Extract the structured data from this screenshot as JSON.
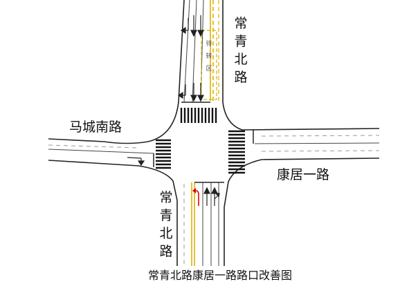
{
  "labels": {
    "north_road": "常青北路",
    "south_road": "常青北路",
    "west_road": "马城南路",
    "east_road": "康居一路",
    "caption": "常青北路康居一路路口改善图",
    "waiting_zone": "待转区"
  },
  "colors": {
    "road_edge": "#222222",
    "lane_line": "#444444",
    "center_line": "#e0b000",
    "highlight_arrow": "#e00000"
  }
}
